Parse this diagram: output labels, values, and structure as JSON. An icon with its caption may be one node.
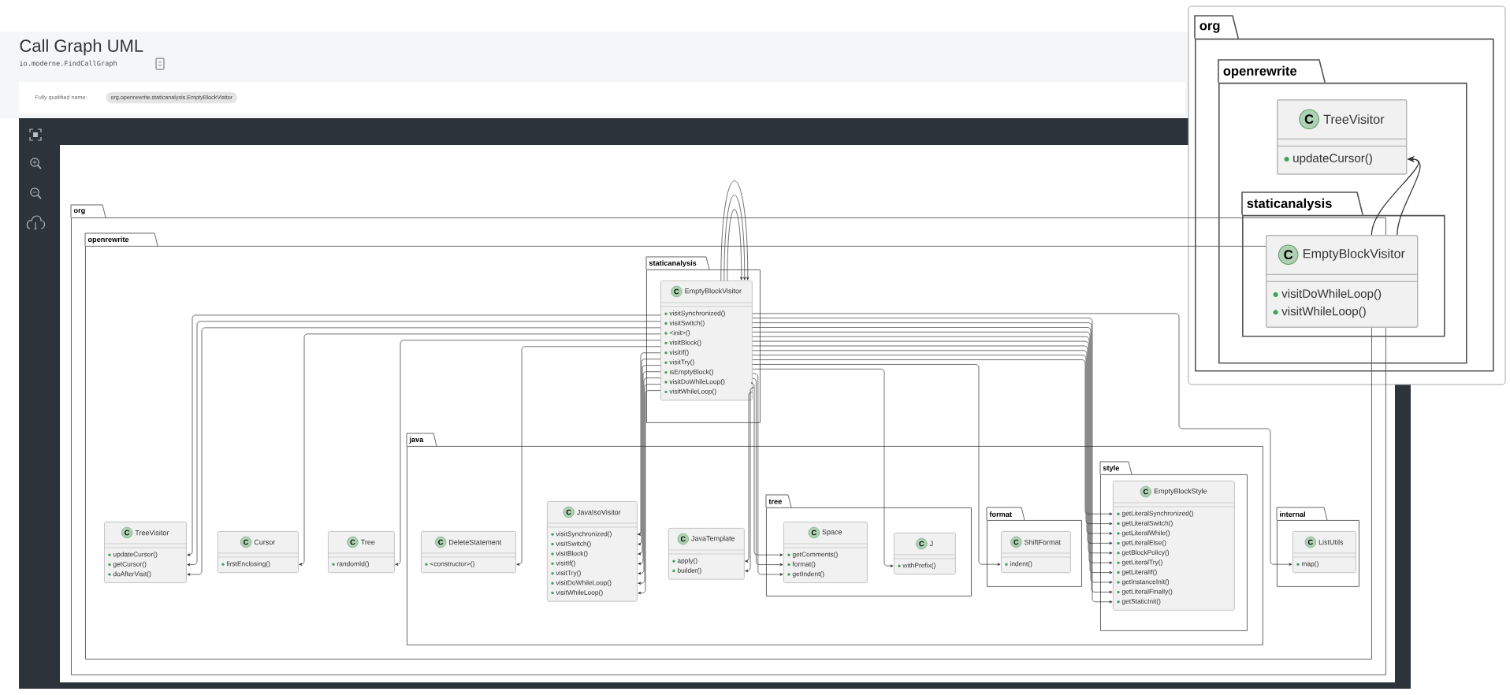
{
  "diagram": {
    "title": "Call Graph UML",
    "nodes": [
      {
        "text": [
          "org"
        ]
      },
      {
        "text": [
          "openrewrite"
        ],
        "in": 0
      },
      {
        "text": [
          "staticanalysis"
        ],
        "in": 1
      },
      {
        "text": [
          "C",
          "EmptyBlockVisitor",
          "visitSynchronized()",
          "visitSwitch()",
          "<init>()",
          "visitBlock()",
          "visitIf()",
          "visitTry()",
          "isEmptyBlock()",
          "visitDoWhileLoop()",
          "visitWhileLoop()"
        ],
        "in": 2
      },
      {
        "text": [
          "java"
        ],
        "in": 1
      },
      {
        "text": [
          "tree"
        ],
        "in": 4
      },
      {
        "text": [
          "format"
        ],
        "in": 4
      },
      {
        "text": [
          "style"
        ],
        "in": 4
      },
      {
        "text": [
          "internal"
        ],
        "in": 1
      },
      {
        "text": [
          "C",
          "TreeVisitor",
          "updateCursor()",
          "getCursor()",
          "doAfterVisit()"
        ],
        "in": 1
      },
      {
        "text": [
          "C",
          "Cursor",
          "firstEnclosing()"
        ],
        "in": 1
      },
      {
        "text": [
          "C",
          "Tree",
          "randomId()"
        ],
        "in": 1
      },
      {
        "text": [
          "C",
          "DeleteStatement",
          "<constructor>()"
        ],
        "in": 4
      },
      {
        "text": [
          "C",
          "JavaIsoVisitor",
          "visitSynchronized()",
          "visitSwitch()",
          "visitBlock()",
          "visitIf()",
          "visitTry()",
          "visitDoWhileLoop()",
          "visitWhileLoop()"
        ],
        "in": 4
      },
      {
        "text": [
          "C",
          "JavaTemplate",
          "apply()",
          "builder()"
        ],
        "in": 4
      },
      {
        "text": [
          "C",
          "Space",
          "getComments()",
          "format()",
          "getIndent()"
        ],
        "in": 5
      },
      {
        "text": [
          "C",
          "J",
          "withPrefix()"
        ],
        "in": 5
      },
      {
        "text": [
          "C",
          "ShiftFormat",
          "indent()"
        ],
        "in": 6
      },
      {
        "text": [
          "C",
          "EmptyBlockStyle",
          "getLiteralSynchronized()",
          "getLiteralSwitch()",
          "getLiteralWhile()",
          "getLiteralElse()",
          "getBlockPolicy()",
          "getLiteralTry()",
          "getLiteralIf()",
          "getInstanceInit()",
          "getLiteralFinally()",
          "getStaticInit()"
        ],
        "in": 7
      },
      {
        "text": [
          "C",
          "ListUtils",
          "map()"
        ],
        "in": 8
      },
      {
        "text": [
          "org"
        ]
      },
      {
        "text": [
          "openrewrite"
        ],
        "in": 20
      },
      {
        "text": [
          "C",
          "TreeVisitor",
          "updateCursor()"
        ],
        "in": 21
      },
      {
        "text": [
          "staticanalysis"
        ],
        "in": 21
      },
      {
        "text": [
          "C",
          "EmptyBlockVisitor",
          "visitDoWhileLoop()",
          "visitWhileLoop()"
        ],
        "in": 23
      }
    ],
    "edges": [
      {
        "from": 3,
        "to": 3,
        "arrow": "to"
      },
      {
        "from": 3,
        "to": 3,
        "arrow": "to"
      },
      {
        "from": 3,
        "to": 3,
        "arrow": "to"
      },
      {
        "from": 3,
        "to": 9,
        "arrow": "to"
      },
      {
        "from": 3,
        "to": 9,
        "arrow": "to"
      },
      {
        "from": 3,
        "to": 9,
        "arrow": "to"
      },
      {
        "from": 3,
        "to": 10,
        "arrow": "to"
      },
      {
        "from": 3,
        "to": 11,
        "arrow": "to"
      },
      {
        "from": 3,
        "to": 12,
        "arrow": "to"
      },
      {
        "from": 3,
        "to": 13,
        "arrow": "to"
      },
      {
        "from": 3,
        "to": 13,
        "arrow": "to"
      },
      {
        "from": 3,
        "to": 13,
        "arrow": "to"
      },
      {
        "from": 3,
        "to": 13,
        "arrow": "to"
      },
      {
        "from": 3,
        "to": 13,
        "arrow": "to"
      },
      {
        "from": 3,
        "to": 13,
        "arrow": "to"
      },
      {
        "from": 3,
        "to": 13,
        "arrow": "to"
      },
      {
        "from": 3,
        "to": 14,
        "arrow": "to"
      },
      {
        "from": 3,
        "to": 14,
        "arrow": "to"
      },
      {
        "from": 3,
        "to": 15,
        "arrow": "to"
      },
      {
        "from": 3,
        "to": 15,
        "arrow": "to"
      },
      {
        "from": 3,
        "to": 15,
        "arrow": "to"
      },
      {
        "from": 3,
        "to": 16,
        "arrow": "to"
      },
      {
        "from": 3,
        "to": 17,
        "arrow": "to"
      },
      {
        "from": 3,
        "to": 18,
        "arrow": "to"
      },
      {
        "from": 3,
        "to": 18,
        "arrow": "to"
      },
      {
        "from": 3,
        "to": 18,
        "arrow": "to"
      },
      {
        "from": 3,
        "to": 18,
        "arrow": "to"
      },
      {
        "from": 3,
        "to": 18,
        "arrow": "to"
      },
      {
        "from": 3,
        "to": 18,
        "arrow": "to"
      },
      {
        "from": 3,
        "to": 18,
        "arrow": "to"
      },
      {
        "from": 3,
        "to": 18,
        "arrow": "to"
      },
      {
        "from": 3,
        "to": 18,
        "arrow": "to"
      },
      {
        "from": 3,
        "to": 18,
        "arrow": "to"
      },
      {
        "from": 3,
        "to": 19,
        "arrow": "to"
      },
      {
        "from": 24,
        "to": 22,
        "arrow": "to"
      },
      {
        "from": 24,
        "to": 22,
        "arrow": "to"
      }
    ],
    "labels": [
      "io.moderne.FindCallGraph",
      "Fully qualified name:",
      "org.openrewrite.staticanalysis.EmptyBlockVisitor"
    ]
  }
}
